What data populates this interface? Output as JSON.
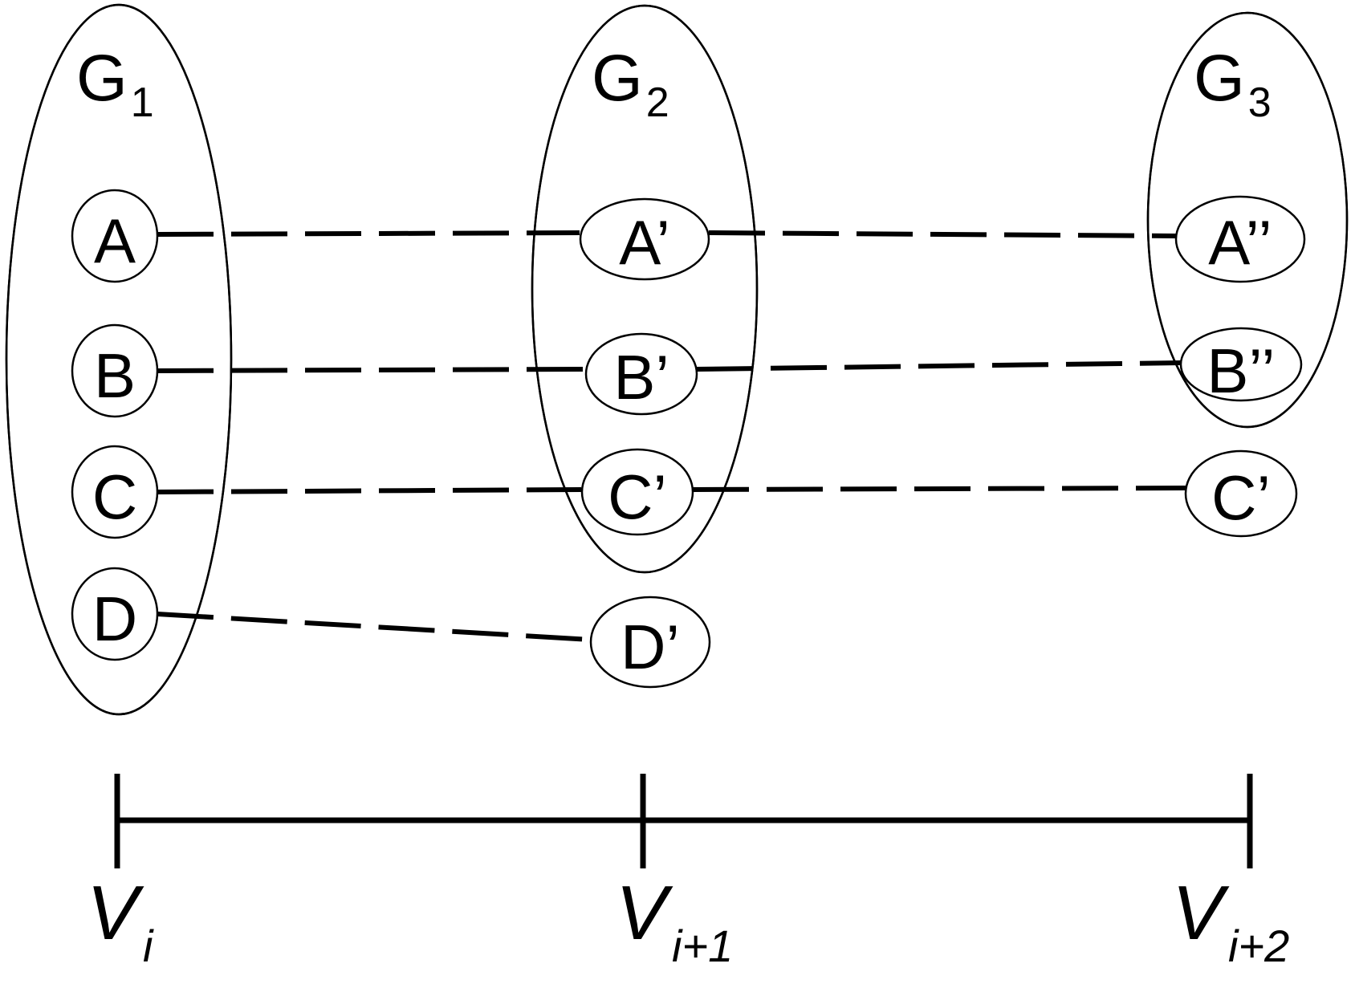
{
  "groups": [
    {
      "id": "g1",
      "name": "G",
      "sub": "1"
    },
    {
      "id": "g2",
      "name": "G",
      "sub": "2"
    },
    {
      "id": "g3",
      "name": "G",
      "sub": "3"
    }
  ],
  "nodes": {
    "a": "A",
    "b": "B",
    "c": "C",
    "d": "D",
    "a1": "A’",
    "b1": "B’",
    "c1": "C’",
    "d1": "D’",
    "a2": "A’’",
    "b2": "B’’",
    "c2": "C’"
  },
  "links": [
    {
      "from": "A",
      "to": "A’"
    },
    {
      "from": "A’",
      "to": "A’’"
    },
    {
      "from": "B",
      "to": "B’"
    },
    {
      "from": "B’",
      "to": "B’’"
    },
    {
      "from": "C",
      "to": "C’"
    },
    {
      "from": "C’",
      "to": "C’"
    },
    {
      "from": "D",
      "to": "D’"
    }
  ],
  "axis": {
    "ticks": [
      {
        "name": "V",
        "sub": "i"
      },
      {
        "name": "V",
        "sub": "i+1"
      },
      {
        "name": "V",
        "sub": "i+2"
      }
    ]
  }
}
